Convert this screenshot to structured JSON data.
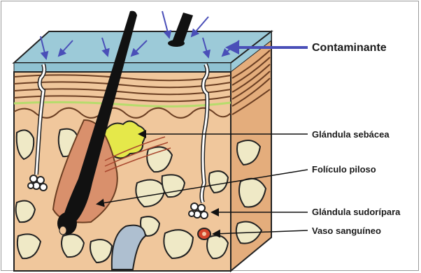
{
  "labels": {
    "contaminante": "Contaminante",
    "glandula_sebacea": "Glándula sebácea",
    "foliculo_piloso": "Folículo piloso",
    "glandula_sudoripara": "Glándula sudorípara",
    "vaso_sanguineo": "Vaso sanguíneo"
  },
  "colors": {
    "contaminant_layer": "#9ccad8",
    "contaminant_arrows": "#4a4fb8",
    "epidermis": "#f2c49a",
    "dermis": "#f0c79c",
    "side_face": "#e4ad7c",
    "green_band": "#b6dc6c",
    "sebaceous_gland": "#e5e84a",
    "fat_cells": "#efe9c6",
    "hair": "#111111",
    "blood_vessel": "#d5452b",
    "vein": "#aebfd0"
  }
}
